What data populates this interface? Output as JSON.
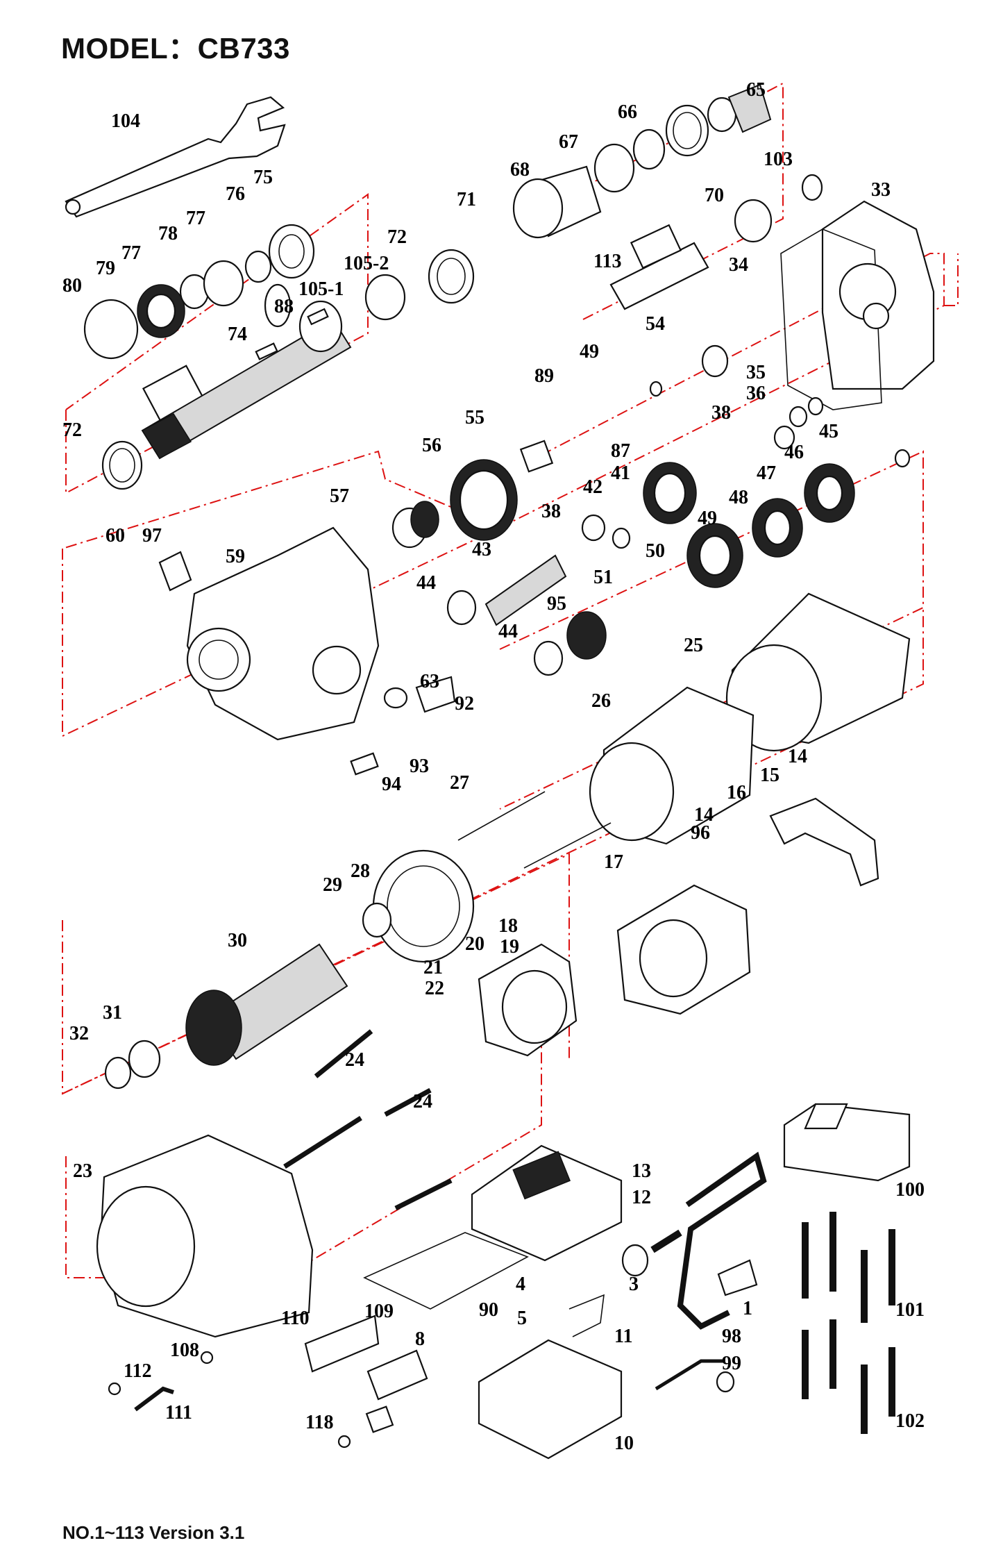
{
  "title": "MODEL：CB733",
  "footer": "NO.1~113  Version 3.1",
  "colors": {
    "assembly_line": "#d11111",
    "ink": "#111111"
  },
  "part_labels": {
    "p1": "1",
    "p3": "3",
    "p4": "4",
    "p5": "5",
    "p8": "8",
    "p10": "10",
    "p11": "11",
    "p12": "12",
    "p13": "13",
    "p14a": "14",
    "p14b": "14",
    "p15": "15",
    "p16": "16",
    "p17": "17",
    "p18": "18",
    "p19": "19",
    "p20": "20",
    "p21": "21",
    "p22": "22",
    "p23": "23",
    "p24a": "24",
    "p24b": "24",
    "p25": "25",
    "p26": "26",
    "p27": "27",
    "p28": "28",
    "p29": "29",
    "p30": "30",
    "p31": "31",
    "p32": "32",
    "p33": "33",
    "p34": "34",
    "p35": "35",
    "p36": "36",
    "p38a": "38",
    "p38b": "38",
    "p41": "41",
    "p42": "42",
    "p43": "43",
    "p44a": "44",
    "p44b": "44",
    "p45": "45",
    "p46": "46",
    "p47": "47",
    "p48": "48",
    "p49a": "49",
    "p49b": "49",
    "p50": "50",
    "p51": "51",
    "p54": "54",
    "p55": "55",
    "p56": "56",
    "p57": "57",
    "p59": "59",
    "p60": "60",
    "p63": "63",
    "p65": "65",
    "p66": "66",
    "p67": "67",
    "p68": "68",
    "p70": "70",
    "p71": "71",
    "p72a": "72",
    "p72b": "72",
    "p74": "74",
    "p75": "75",
    "p76": "76",
    "p77a": "77",
    "p77b": "77",
    "p78": "78",
    "p79": "79",
    "p80": "80",
    "p87": "87",
    "p88": "88",
    "p89": "89",
    "p90": "90",
    "p92": "92",
    "p93": "93",
    "p94": "94",
    "p95": "95",
    "p96": "96",
    "p97": "97",
    "p98": "98",
    "p99": "99",
    "p100": "100",
    "p101": "101",
    "p102": "102",
    "p103": "103",
    "p104": "104",
    "p105_1": "105-1",
    "p105_2": "105-2",
    "p108": "108",
    "p109": "109",
    "p110": "110",
    "p111": "111",
    "p112": "112",
    "p113": "113",
    "p118": "118"
  }
}
